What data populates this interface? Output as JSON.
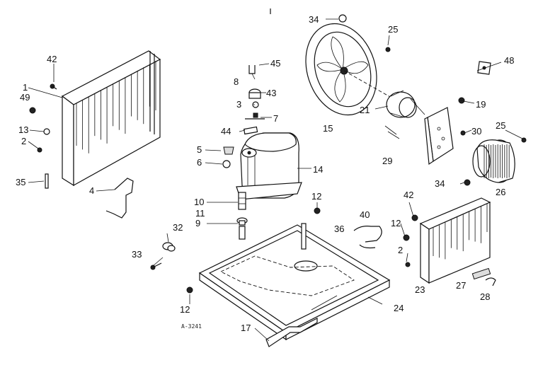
{
  "diagram": {
    "drawing_number": "A-3241",
    "callouts": [
      {
        "id": "1",
        "text": "1"
      },
      {
        "id": "2a",
        "text": "2"
      },
      {
        "id": "2b",
        "text": "2"
      },
      {
        "id": "3",
        "text": "3"
      },
      {
        "id": "4",
        "text": "4"
      },
      {
        "id": "5",
        "text": "5"
      },
      {
        "id": "6",
        "text": "6"
      },
      {
        "id": "7",
        "text": "7"
      },
      {
        "id": "8",
        "text": "8"
      },
      {
        "id": "9",
        "text": "9"
      },
      {
        "id": "10",
        "text": "10"
      },
      {
        "id": "11",
        "text": "11"
      },
      {
        "id": "12a",
        "text": "12"
      },
      {
        "id": "12b",
        "text": "12"
      },
      {
        "id": "12c",
        "text": "12"
      },
      {
        "id": "13",
        "text": "13"
      },
      {
        "id": "14",
        "text": "14"
      },
      {
        "id": "15",
        "text": "15"
      },
      {
        "id": "17",
        "text": "17"
      },
      {
        "id": "19",
        "text": "19"
      },
      {
        "id": "21",
        "text": "21"
      },
      {
        "id": "23",
        "text": "23"
      },
      {
        "id": "24",
        "text": "24"
      },
      {
        "id": "25a",
        "text": "25"
      },
      {
        "id": "25b",
        "text": "25"
      },
      {
        "id": "26",
        "text": "26"
      },
      {
        "id": "27",
        "text": "27"
      },
      {
        "id": "28",
        "text": "28"
      },
      {
        "id": "29",
        "text": "29"
      },
      {
        "id": "30",
        "text": "30"
      },
      {
        "id": "32",
        "text": "32"
      },
      {
        "id": "33",
        "text": "33"
      },
      {
        "id": "34a",
        "text": "34"
      },
      {
        "id": "34b",
        "text": "34"
      },
      {
        "id": "35",
        "text": "35"
      },
      {
        "id": "36",
        "text": "36"
      },
      {
        "id": "40",
        "text": "40"
      },
      {
        "id": "42a",
        "text": "42"
      },
      {
        "id": "42b",
        "text": "42"
      },
      {
        "id": "43",
        "text": "43"
      },
      {
        "id": "44",
        "text": "44"
      },
      {
        "id": "45",
        "text": "45"
      },
      {
        "id": "48",
        "text": "48"
      },
      {
        "id": "49",
        "text": "49"
      }
    ]
  }
}
